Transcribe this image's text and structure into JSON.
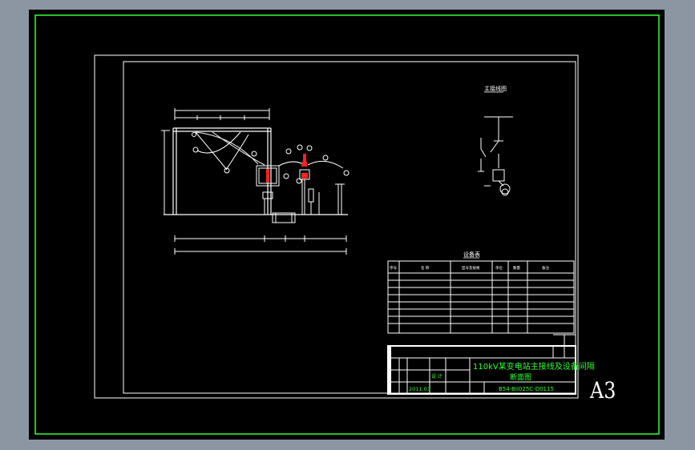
{
  "drawing": {
    "sheet_size": "A3",
    "colors": {
      "background": "#8c96a2",
      "canvas": "#000000",
      "inner_frame": "#33ff33",
      "lines": "#ffffff",
      "title_text": "#33ff33",
      "highlight": "#ff2020"
    },
    "schematic": {
      "title": "主接线图"
    },
    "equipment_table": {
      "title": "设备表",
      "headers": [
        "序号",
        "名 称",
        "型号及规格",
        "单位",
        "数量",
        "备注"
      ]
    },
    "title_block": {
      "project": "110kV某变电站主接线及设备间隔",
      "drawing_name": "断面图",
      "drawing_number": "B54-BII025C-D0115",
      "date": "2011.03",
      "role_design": "设 计"
    }
  }
}
